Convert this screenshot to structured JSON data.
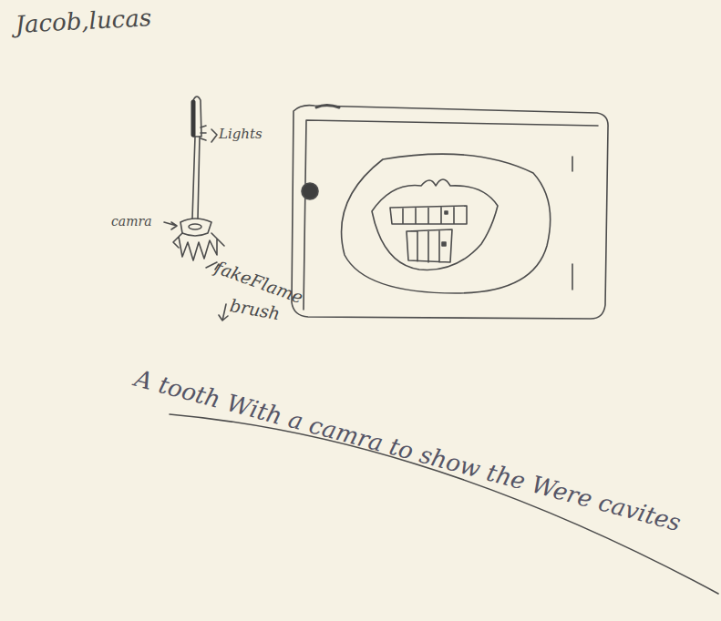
{
  "diagram": {
    "caption": "A tooth With a camra to show the Were cavites",
    "labels": [
      "Jacob,lucas",
      "Lights",
      "camra",
      "fakeFlame",
      "brush"
    ]
  }
}
